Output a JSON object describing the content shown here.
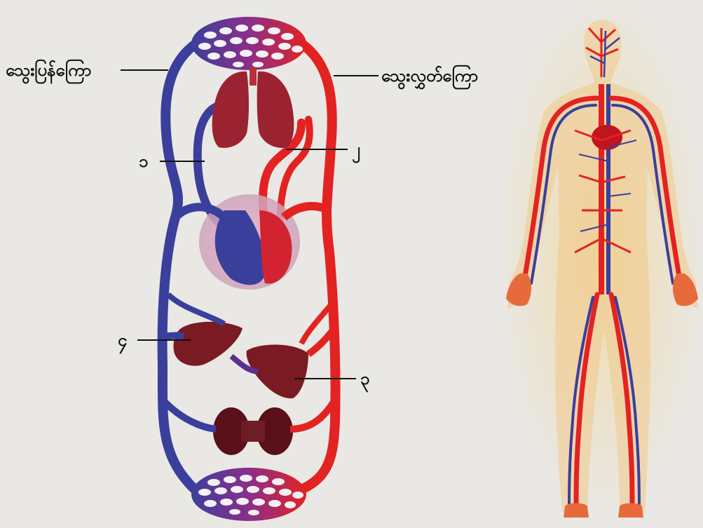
{
  "labels": {
    "vein": "သွေးပြန်ကြော",
    "artery": "သွေးလွှတ်ကြော",
    "n1": "၁",
    "n2": "၂",
    "n3": "၃",
    "n4": "၄"
  },
  "colors": {
    "background": "#e9e8e4",
    "artery": "#e32222",
    "vein": "#3a3f9c",
    "organ": "#7a1a22",
    "body_glow": "#f0d39a"
  }
}
